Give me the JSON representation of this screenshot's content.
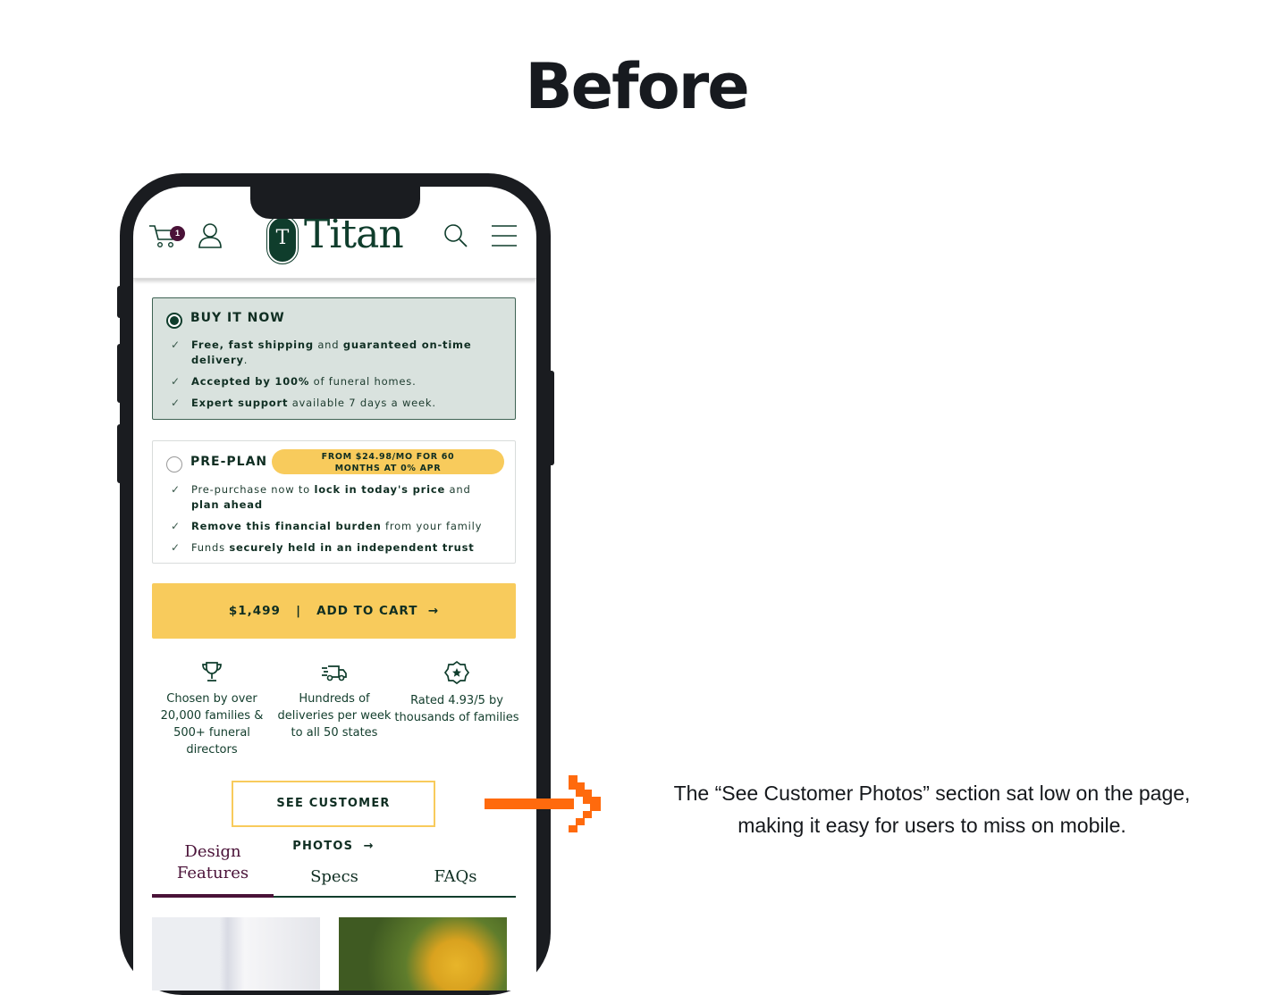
{
  "heading": "Before",
  "header": {
    "brand": "Titan",
    "cart_count": "1"
  },
  "buy_now": {
    "title": "BUY IT NOW",
    "items": [
      [
        "Free, fast shipping",
        " and ",
        "guaranteed on-time delivery",
        "."
      ],
      [
        "Accepted by 100%",
        " of funeral homes."
      ],
      [
        "Expert support",
        " available 7 days a week."
      ]
    ]
  },
  "pre_plan": {
    "title": "PRE-PLAN",
    "badge": "FROM $24.98/MO FOR 60 MONTHS AT 0% APR",
    "items": [
      [
        "Pre-purchase now to ",
        "lock in today's price",
        " and ",
        "plan ahead"
      ],
      [
        "Remove this financial burden",
        " from your family"
      ],
      [
        "Funds ",
        "securely held in an independent trust"
      ]
    ]
  },
  "cta": {
    "price": "$1,499",
    "separator": "|",
    "label": "ADD TO CART"
  },
  "features": [
    {
      "icon": "trophy-icon",
      "text": "Chosen by over 20,000 families & 500+ funeral directors"
    },
    {
      "icon": "truck-icon",
      "text": "Hundreds of deliveries per week to all 50 states"
    },
    {
      "icon": "star-badge-icon",
      "text": "Rated 4.93/5 by thousands of families"
    }
  ],
  "photos_button": "SEE CUSTOMER PHOTOS",
  "tabs": [
    "Design Features",
    "Specs",
    "FAQs"
  ],
  "annotation": "The “See Customer Photos” section sat low on the page, making it easy for users to miss on mobile.",
  "colors": {
    "green": "#0f3d2c",
    "yellow": "#f8cb5c",
    "plum": "#4a1238",
    "orange": "#ff6a0d"
  }
}
